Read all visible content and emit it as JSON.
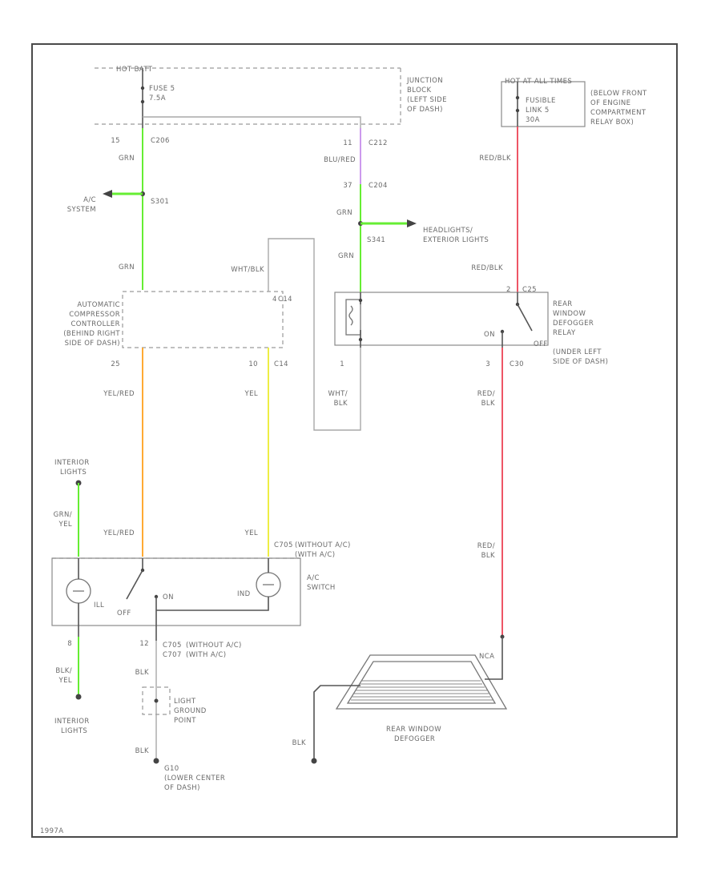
{
  "colors": {
    "green": "#66ee33",
    "violet": "#cc99ee",
    "red": "#ee5566",
    "orange": "#ffaa33",
    "yellow": "#eeee44"
  },
  "labels": {
    "hot_batt": "HOT BATT",
    "fuse_a": "FUSE 5",
    "fuse_b": "7.5A",
    "jb_1": "JUNCTION",
    "jb_2": "BLOCK",
    "jb_3": "(LEFT SIDE",
    "jb_4": "OF DASH)",
    "c206_pin": "15",
    "c206": "C206",
    "grn_1": "GRN",
    "ac_sys_1": "A/C",
    "ac_sys_2": "SYSTEM",
    "s301": "S301",
    "grn_2": "GRN",
    "accc_1": "AUTOMATIC",
    "accc_2": "COMPRESSOR",
    "accc_3": "CONTROLLER",
    "accc_4": "(BEHIND RIGHT",
    "accc_5": "SIDE OF DASH)",
    "c212_pin": "11",
    "c212": "C212",
    "blured": "BLU/RED",
    "c204_pin": "37",
    "c204": "C204",
    "grn_3": "GRN",
    "headlights_1": "HEADLIGHTS/",
    "headlights_2": "EXTERIOR LIGHTS",
    "s341": "S341",
    "grn_4": "GRN",
    "wht_blk": "WHT/BLK",
    "p4": "4",
    "c14": "C14",
    "hot_fl_1": "HOT AT ALL TIMES",
    "fl_1": "FUSIBLE",
    "fl_2": "LINK 5",
    "fl_3": "30A",
    "pdb_1": "(BELOW FRONT",
    "pdb_2": "OF ENGINE",
    "pdb_3": "COMPARTMENT",
    "pdb_4": "RELAY BOX)",
    "redblk_1": "RED/BLK",
    "redblk_2": "RED/BLK",
    "relay_p2": "2",
    "relay_c": "C25",
    "relay_1": "REAR",
    "relay_2": "WINDOW",
    "relay_3": "DEFOGGER",
    "relay_4": "RELAY",
    "relay_5": "(UNDER LEFT",
    "relay_6": "SIDE OF DASH)",
    "on": "ON",
    "off": "OFF",
    "p25": "25",
    "p10": "10",
    "c14b": "C14",
    "p1": "1",
    "wht_1": "WHT/",
    "blk_1": "BLK",
    "p3": "3",
    "c30": "C30",
    "red_1": "RED/",
    "blk_2": "BLK",
    "yelred_1": "YEL/RED",
    "yel_1": "YEL",
    "int_1": "INTERIOR",
    "int_2": "LIGHTS",
    "grn_5": "GRN/",
    "yel_2": "YEL",
    "yelred_2": "YEL/RED",
    "yel_3": "YEL",
    "c705": "C705",
    "without_ac_1": "(WITHOUT A/C)",
    "with_ac_1": "(WITH A/C)",
    "ac_sw_1": "A/C",
    "ac_sw_2": "SWITCH",
    "red_2": "RED/",
    "blk_3": "BLK",
    "ill": "ILL",
    "ind": "IND",
    "off_2": "OFF",
    "on_2": "ON",
    "p8": "8",
    "p12": "12",
    "c705b": "C705",
    "c707": "C707",
    "without_ac_2": "(WITHOUT A/C)",
    "with_ac_2": "(WITH A/C)",
    "blk_4": "BLK/",
    "yel_4": "YEL",
    "blk_5": "BLK",
    "lgp_1": "LIGHT",
    "lgp_2": "GROUND",
    "lgp_3": "POINT",
    "blk_6": "BLK",
    "int_3": "INTERIOR",
    "int_4": "LIGHTS",
    "g10_1": "G10",
    "g10_2": "(LOWER CENTER",
    "g10_3": "OF DASH)",
    "nca": "NCA",
    "blk_7": "BLK",
    "rwd_1": "REAR WINDOW",
    "rwd_2": "DEFOGGER",
    "fig": "1997A"
  }
}
